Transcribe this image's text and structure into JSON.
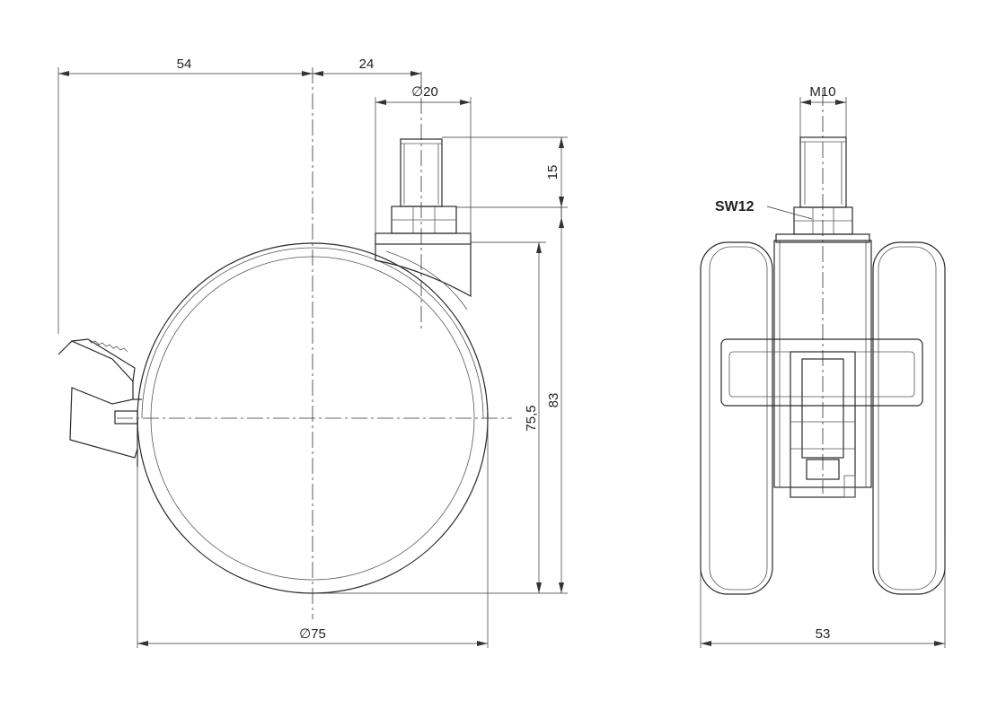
{
  "side_view": {
    "dim_54": "54",
    "dim_24": "24",
    "dim_stem_diameter": "∅20",
    "dim_15": "15",
    "dim_75_5": "75,5",
    "dim_83": "83",
    "dim_wheel_diameter": "∅75"
  },
  "front_view": {
    "dim_thread": "M10",
    "label_wrench": "SW12",
    "dim_width": "53"
  }
}
